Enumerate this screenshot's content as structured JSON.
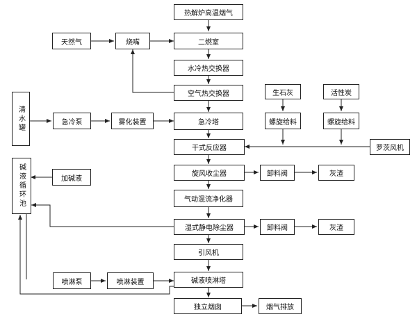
{
  "nodes": {
    "pyrolysis_gas": "热解炉高温烟气",
    "secondary_chamber": "二燃室",
    "natural_gas": "天然气",
    "burner": "烧嘴",
    "water_heat_exchanger": "水冷热交换器",
    "air_heat_exchanger": "空气热交换器",
    "quicklime": "生石灰",
    "activated_carbon": "活性炭",
    "screw_feeder_1": "螺旋给料",
    "screw_feeder_2": "螺旋给料",
    "clear_water_tank": "清水罐",
    "quench_pump": "急冷泵",
    "atomizer": "雾化装置",
    "quench_tower": "急冷塔",
    "dry_reactor": "干式反应器",
    "roots_blower": "罗茨风机",
    "alkali_tank": "碱液循环池",
    "add_alkali": "加碱液",
    "cyclone": "旋风收尘器",
    "discharge_valve_1": "卸料阀",
    "ash_1": "灰渣",
    "airflow_purifier": "气动混流净化器",
    "wet_esp": "湿式静电除尘器",
    "discharge_valve_2": "卸料阀",
    "ash_2": "灰渣",
    "induced_fan": "引风机",
    "spray_pump": "喷淋泵",
    "spray_device": "喷淋装置",
    "alkali_spray_tower": "碱液喷淋塔",
    "chimney": "独立烟囱",
    "flue_gas_emission": "烟气排放"
  }
}
